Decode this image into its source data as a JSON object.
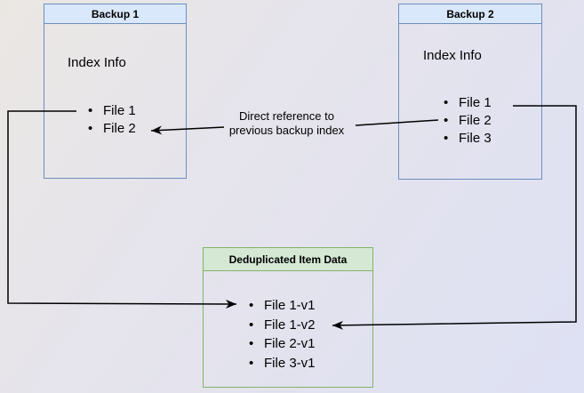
{
  "backup1": {
    "title": "Backup 1",
    "heading": "Index Info",
    "items": [
      "File 1",
      "File 2"
    ]
  },
  "backup2": {
    "title": "Backup 2",
    "heading": "Index Info",
    "items": [
      "File 1",
      "File 2",
      "File 3"
    ]
  },
  "dedup": {
    "title": "Deduplicated Item Data",
    "items": [
      "File 1-v1",
      "File 1-v2",
      "File 2-v1",
      "File 3-v1"
    ]
  },
  "annotation": {
    "line1": "Direct reference to",
    "line2": "previous backup index"
  },
  "colors": {
    "blue_fill": "#dae8fc",
    "blue_border": "#6c8ebf",
    "green_fill": "#d5e8d4",
    "green_border": "#82b366",
    "connector": "#000000",
    "text": "#000000",
    "background_start": "#eae7e3",
    "background_end": "#dee1f4"
  }
}
